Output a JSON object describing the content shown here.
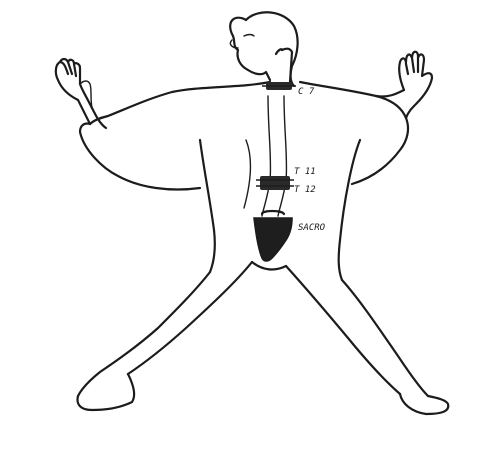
{
  "labels": {
    "c7": "C 7",
    "t11": "T 11",
    "t12": "T 12",
    "sacrum": "SACRO"
  },
  "colors": {
    "ink": "#1c1c1c",
    "paper": "#ffffff",
    "sacrum_fill": "#1e1e1e"
  }
}
